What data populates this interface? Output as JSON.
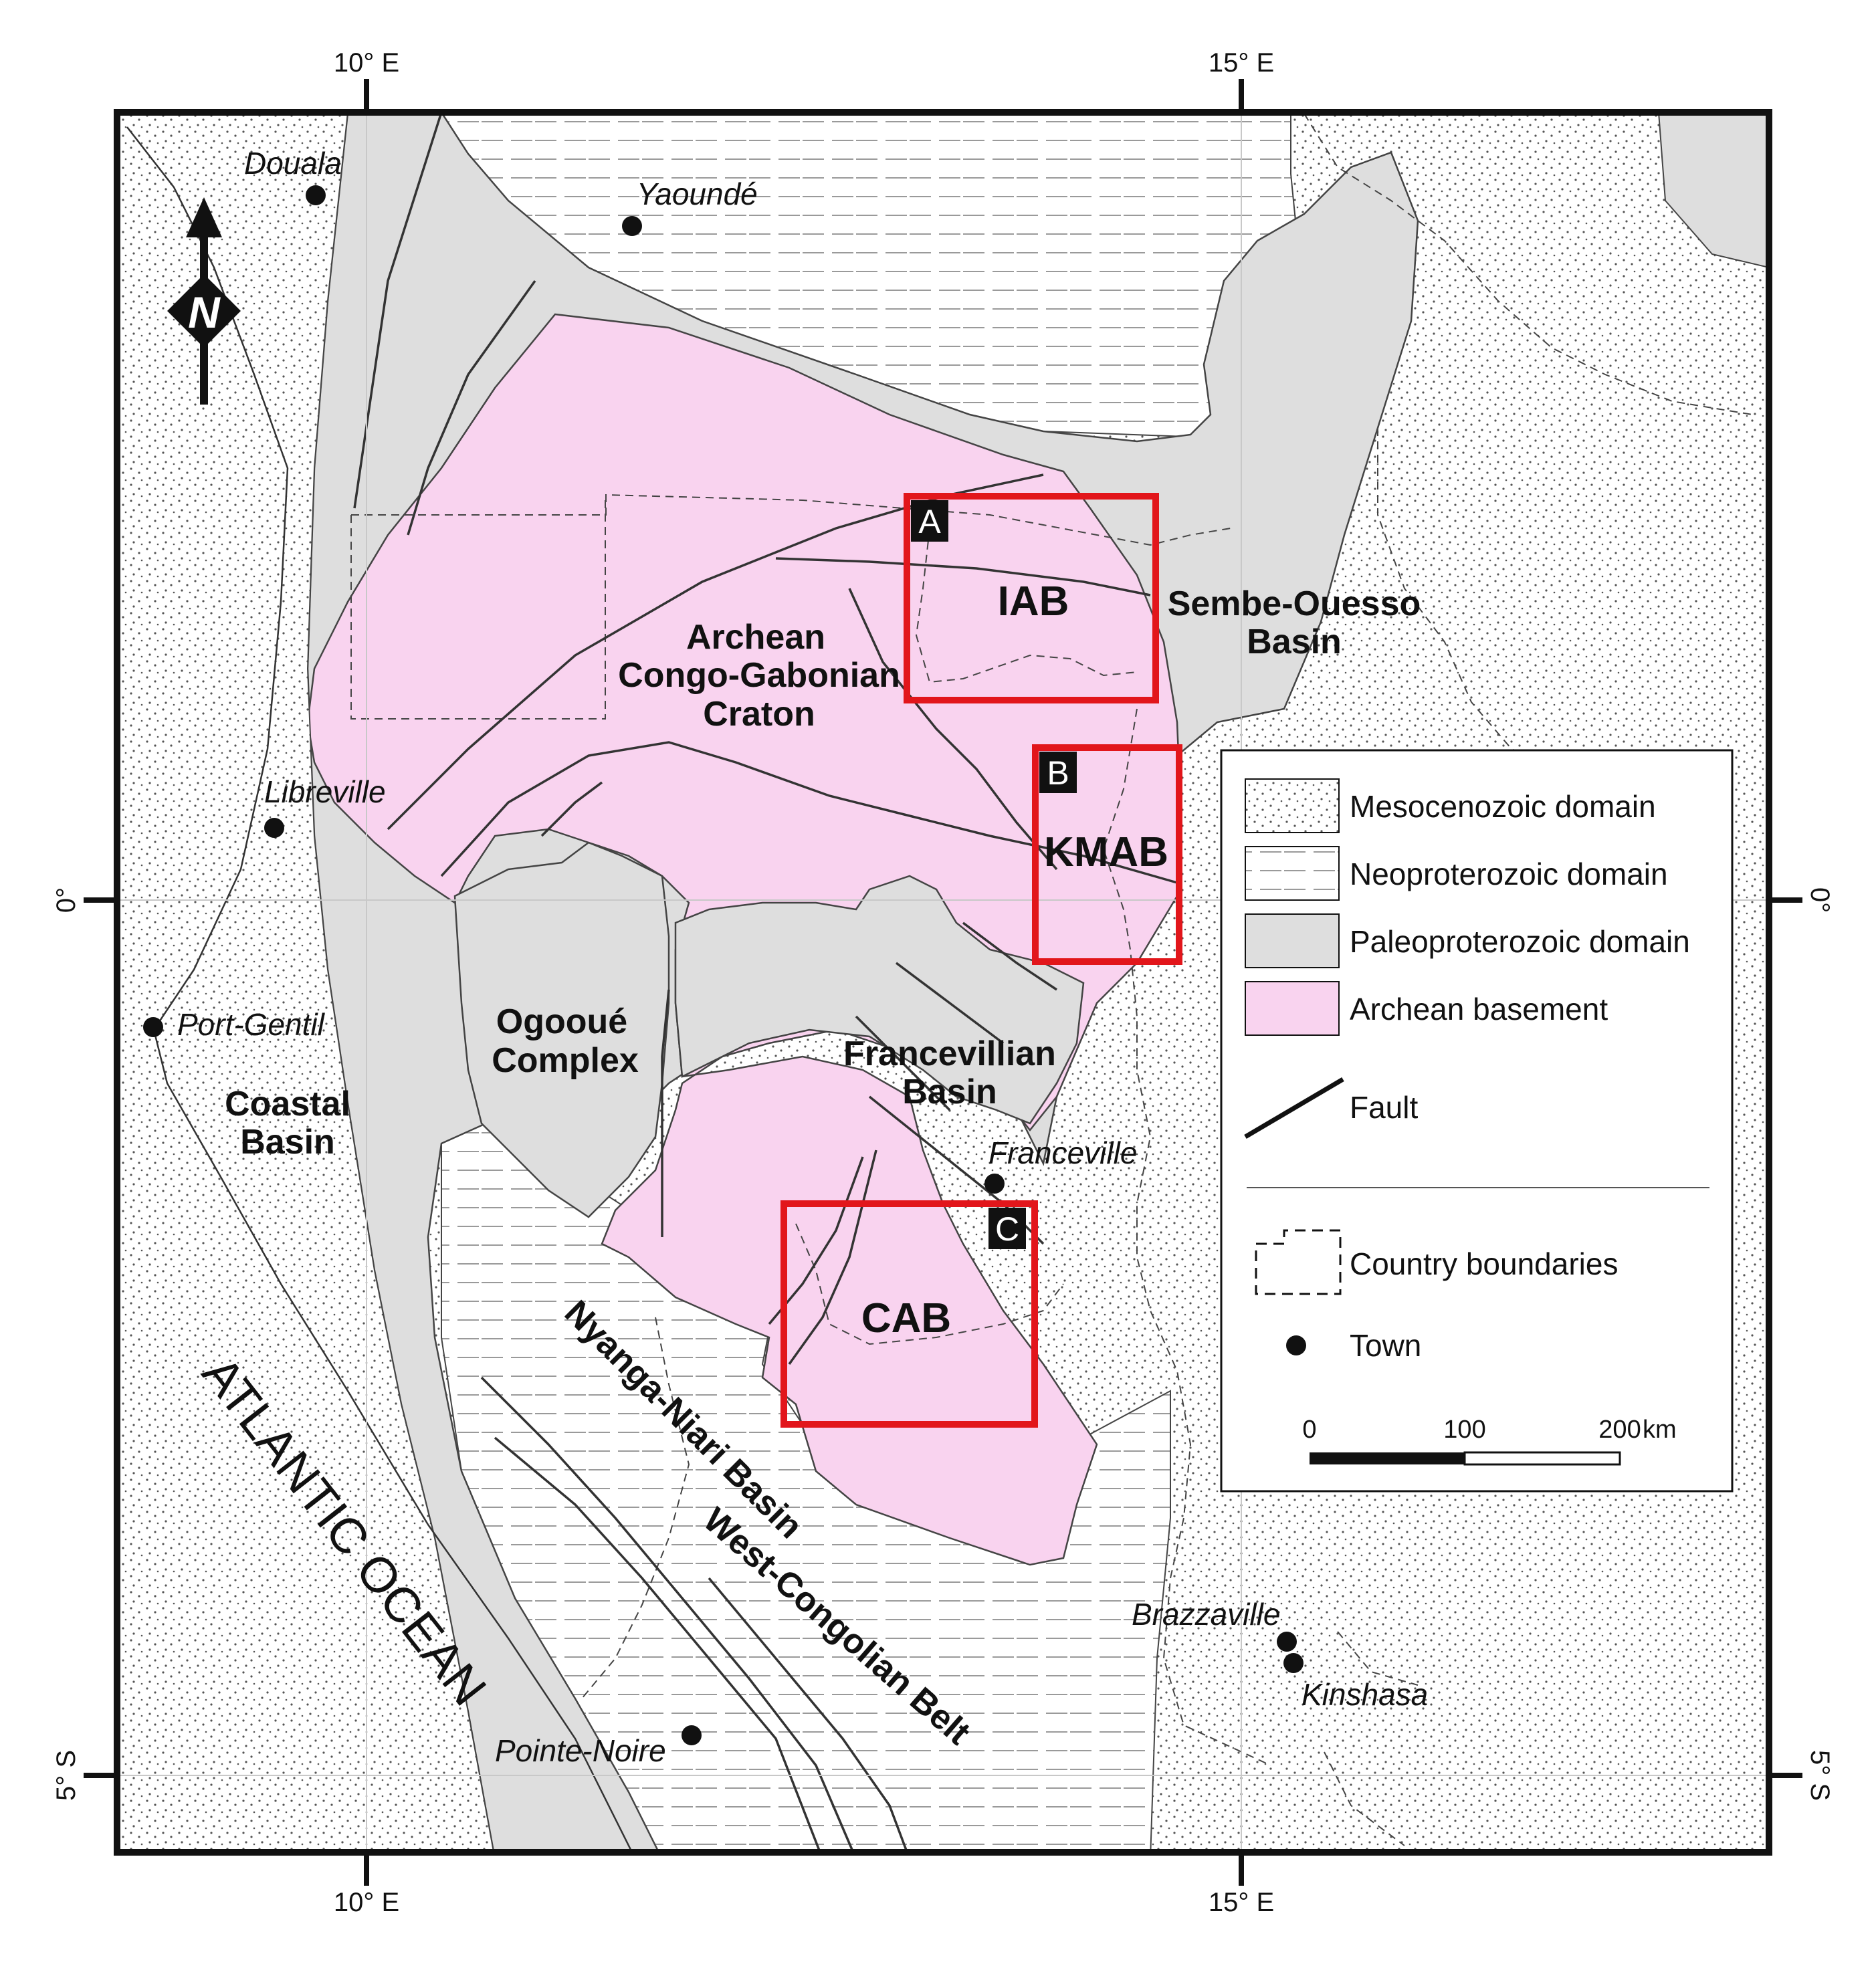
{
  "coordinates": {
    "top": [
      "10° E",
      "15° E"
    ],
    "bottom": [
      "10° E",
      "15° E"
    ],
    "left": [
      "0°",
      "5° S"
    ],
    "right": [
      "0°",
      "5° S"
    ]
  },
  "north_arrow": {
    "letter": "N"
  },
  "towns": [
    "Douala",
    "Yaoundé",
    "Libreville",
    "Port-Gentil",
    "Franceville",
    "Brazzaville",
    "Kinshasa",
    "Pointe-Noire"
  ],
  "regions": {
    "craton": [
      "Archean",
      "Congo-Gabonian",
      "Craton"
    ],
    "sembe": [
      "Sembe-Ouesso",
      "Basin"
    ],
    "ogooue": [
      "Ogooué",
      "Complex"
    ],
    "francevillian": [
      "Francevillian",
      "Basin"
    ],
    "coastal": [
      "Coastal",
      "Basin"
    ],
    "nyanga": "Nyanga-Niari Basin",
    "congolian": "West-Congolian Belt",
    "ocean": "ATLANTIC OCEAN"
  },
  "study_areas": [
    {
      "letter": "A",
      "name": "IAB"
    },
    {
      "letter": "B",
      "name": "KMAB"
    },
    {
      "letter": "C",
      "name": "CAB"
    }
  ],
  "legend": {
    "items": [
      "Mesocenozoic domain",
      "Neoproterozoic domain",
      "Paleoproterozoic domain",
      "Archean basement",
      "Fault",
      "Country boundaries",
      "Town"
    ],
    "scale": [
      "0",
      "100",
      "200",
      "km"
    ]
  },
  "colors": {
    "archean": "#f9d3ef",
    "paleoproterozoic": "#dedede",
    "study_box": "#e2161b"
  }
}
